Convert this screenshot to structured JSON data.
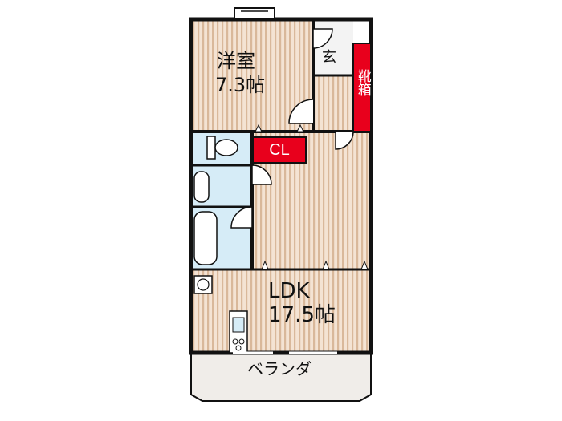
{
  "rooms": {
    "western": {
      "name": "洋室",
      "size": "7.3帖"
    },
    "entrance": {
      "name": "玄"
    },
    "shoe_cabinet": {
      "name": "靴箱"
    },
    "closet": {
      "name": "CL"
    },
    "ldk": {
      "name": "LDK",
      "size": "17.5帖"
    },
    "balcony": {
      "name": "ベランダ"
    }
  },
  "colors": {
    "floor_stripe": "#d9b89a",
    "floor_base": "#f4e3d3",
    "wet_area": "#d6ecf7",
    "storage_red": "#e8001c",
    "wall": "#111111",
    "balcony": "#f0ede9"
  }
}
